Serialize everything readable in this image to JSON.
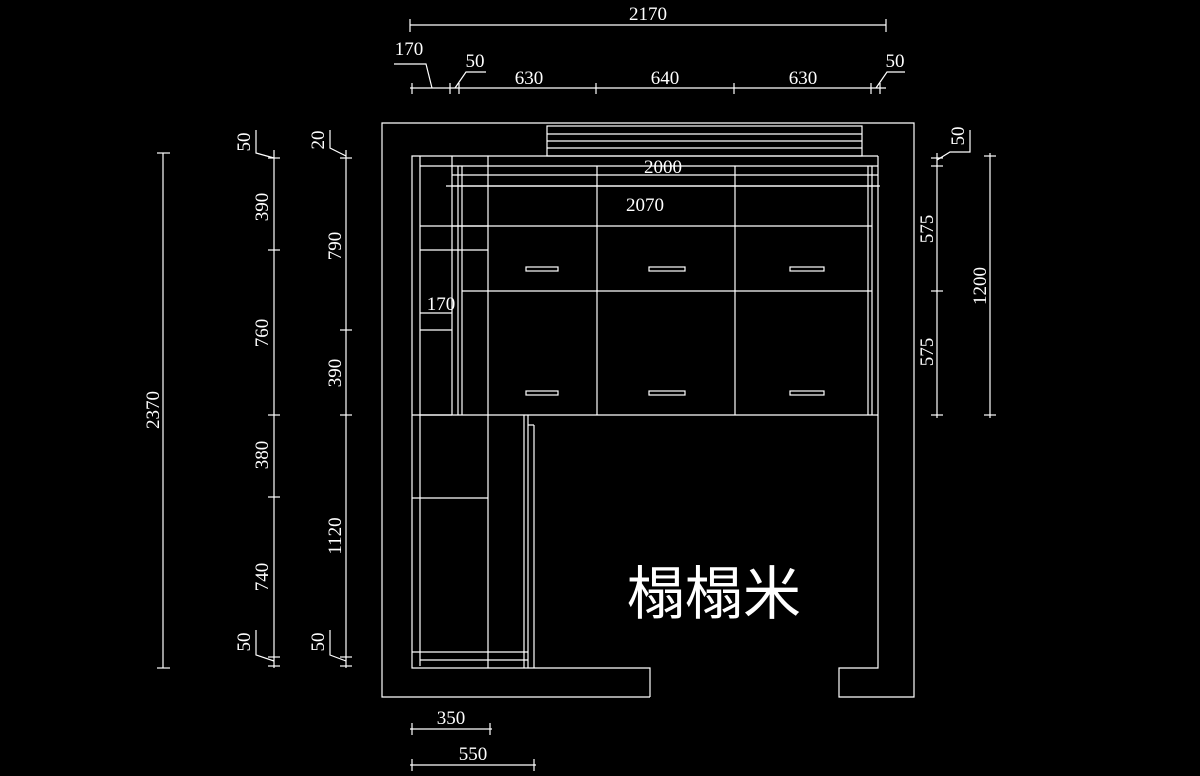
{
  "colors": {
    "background": "#000000",
    "line": "#ffffff"
  },
  "room_label": "榻榻米",
  "dimensions": {
    "top_total": "2170",
    "top_left_offset": "170",
    "top_left_gap": "50",
    "top_seg_1": "630",
    "top_seg_2": "640",
    "top_seg_3": "630",
    "top_right_gap": "50",
    "inner_width_upper": "2000",
    "inner_width_lower": "2070",
    "side_shelf_width": "170",
    "left_total_height": "2370",
    "left_top_gap": "50",
    "left_seg_1": "390",
    "left_seg_2": "760",
    "left_seg_3": "380",
    "left_seg_4": "740",
    "left_bottom_gap": "50",
    "inner_top_gap": "20",
    "inner_seg_1": "790",
    "inner_seg_2": "390",
    "inner_seg_3": "1120",
    "inner_bottom_gap": "50",
    "right_top_gap": "50",
    "right_seg_1": "575",
    "right_seg_2": "575",
    "right_total": "1200",
    "bottom_seg_1": "350",
    "bottom_seg_2": "550"
  }
}
